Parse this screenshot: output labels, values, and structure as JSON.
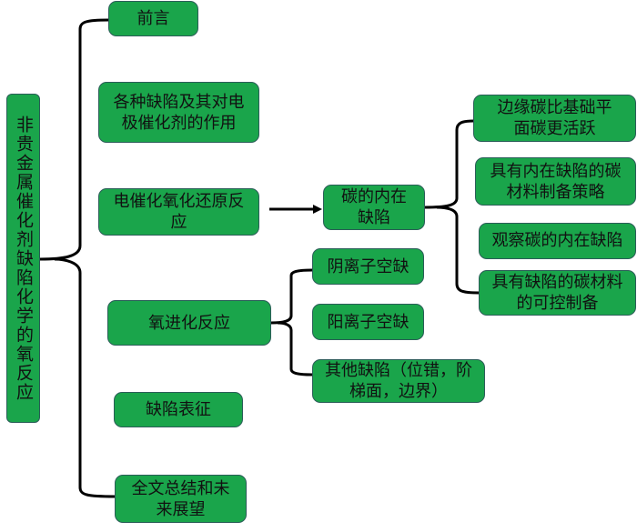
{
  "root": {
    "label": "非贵金属催化剂缺陷化学的氧反应"
  },
  "sections": [
    {
      "label": "前言"
    },
    {
      "label": "各种缺陷及其对电极催化剂的作用"
    },
    {
      "label": "电催化氧化还原反应"
    },
    {
      "label": "氧进化反应"
    },
    {
      "label": "缺陷表征"
    },
    {
      "label": "全文总结和未来展望"
    }
  ],
  "orr_child": {
    "label": "碳的内在缺陷"
  },
  "carbon_children": [
    {
      "label": "边缘碳比基础平面碳更活跃"
    },
    {
      "label": "具有内在缺陷的碳材料制备策略"
    },
    {
      "label": "观察碳的内在缺陷"
    },
    {
      "label": "具有缺陷的碳材料的可控制备"
    }
  ],
  "oer_children": [
    {
      "label": "阴离子空缺"
    },
    {
      "label": "阳离子空缺"
    },
    {
      "label": "其他缺陷（位错，阶梯面，边界）"
    }
  ],
  "colors": {
    "box_fill": "#1aa54b",
    "box_border": "#2b5d58",
    "line": "#000000"
  }
}
